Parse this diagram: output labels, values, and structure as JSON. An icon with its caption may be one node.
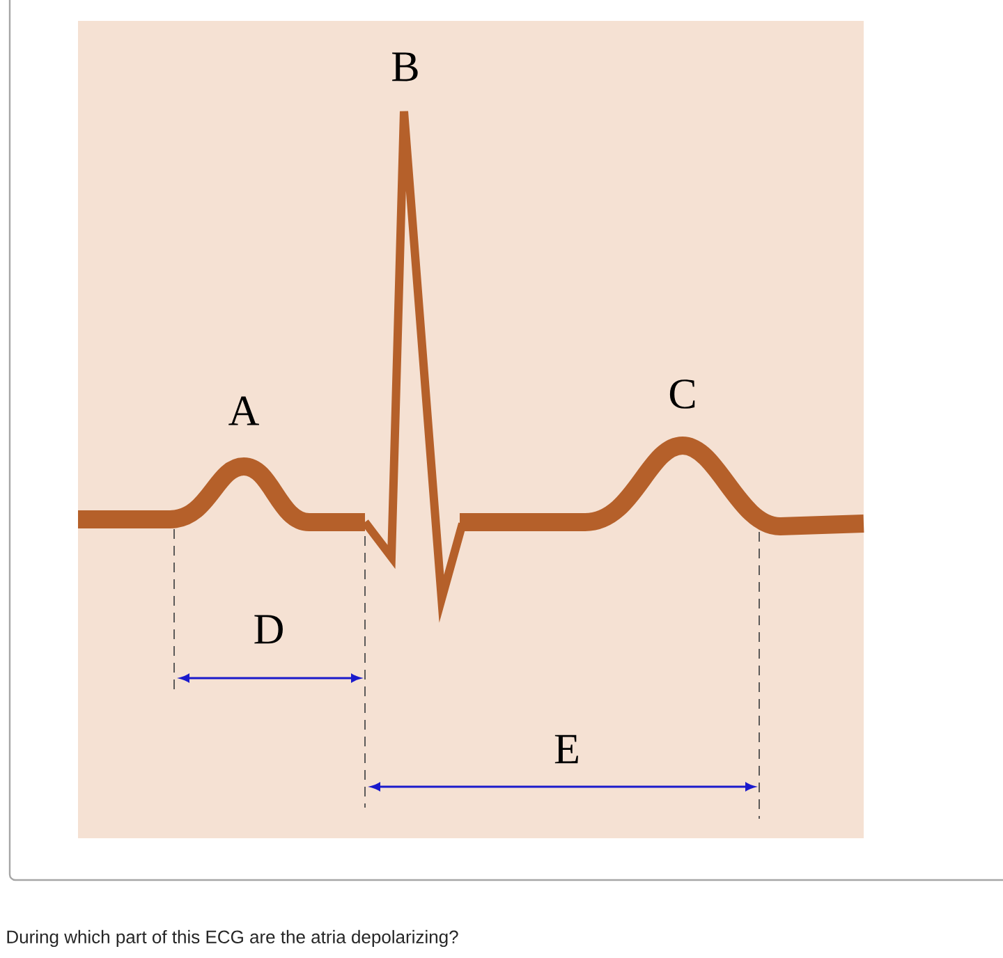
{
  "diagram": {
    "caption": "During which part of this ECG are the atria depolarizing?",
    "labels": [
      "B",
      "A",
      "C",
      "D",
      "E"
    ]
  }
}
